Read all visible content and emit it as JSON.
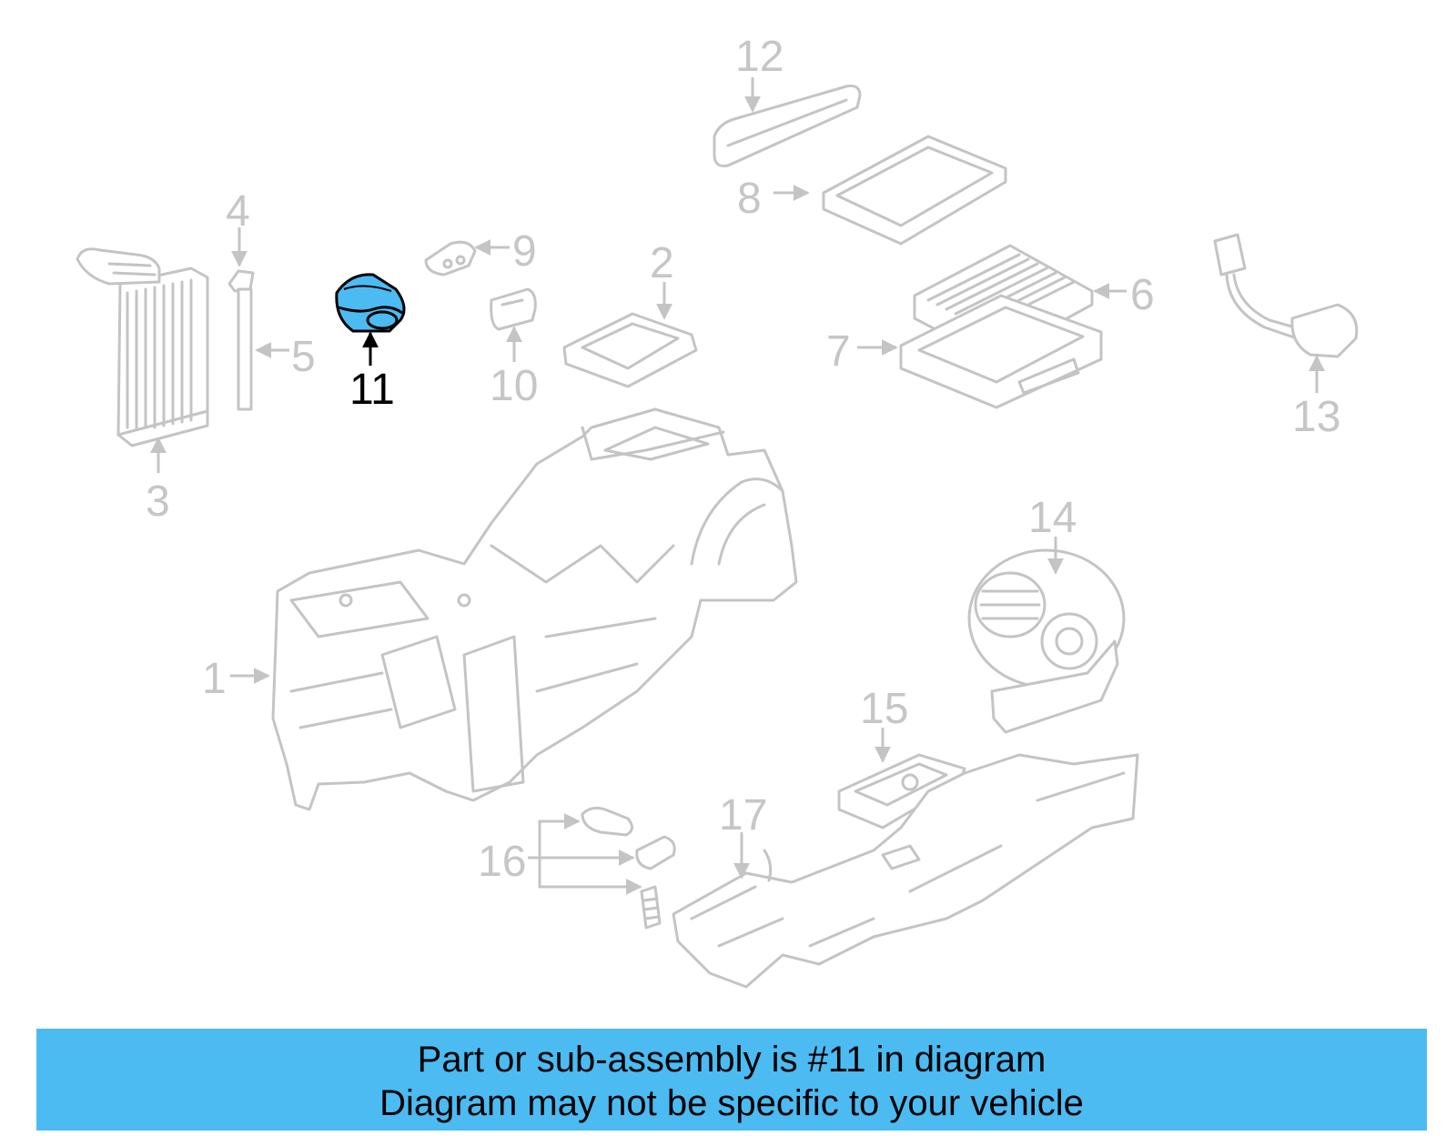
{
  "diagram": {
    "labels": [
      "1",
      "2",
      "3",
      "4",
      "5",
      "6",
      "7",
      "8",
      "9",
      "10",
      "11",
      "12",
      "13",
      "14",
      "15",
      "16",
      "17"
    ],
    "highlight_label": "11",
    "highlight_color": "#4bbbf2",
    "part_line_color": "#c4c4c4",
    "label_color": "#c6c6c6"
  },
  "banner": {
    "line1": "Part or sub-assembly is #11 in diagram",
    "line2": "Diagram may not be specific to your vehicle",
    "background": "#4bbbf2"
  }
}
